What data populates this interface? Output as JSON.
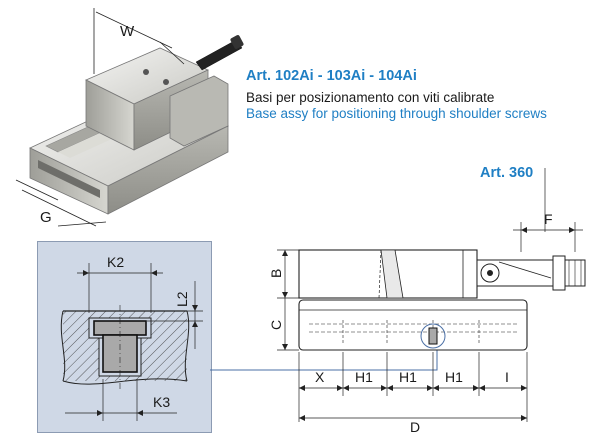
{
  "header": {
    "art_title": "Art. 102Ai - 103Ai - 104Ai",
    "description_it": "Basi per posizionamento con viti calibrate",
    "description_en": "Base assy for positioning through shoulder screws"
  },
  "callout": {
    "art_360": "Art. 360"
  },
  "photo_dims": {
    "w": "W",
    "g": "G"
  },
  "detail_dims": {
    "k2": "K2",
    "l2": "L2",
    "k3": "K3"
  },
  "side_dims": {
    "b": "B",
    "c": "C",
    "f": "F",
    "x": "X",
    "h1_a": "H1",
    "h1_b": "H1",
    "h1_c": "H1",
    "i": "I",
    "d": "D"
  },
  "colors": {
    "accent_blue": "#1f7fc4",
    "panel_bg": "#cfd8e6",
    "leader_line": "#4a6fa5",
    "screw_fill": "#a9a9a9"
  },
  "icons": {
    "vise_photo": "vise-photo-illustration",
    "hatch": "section-hatch"
  }
}
